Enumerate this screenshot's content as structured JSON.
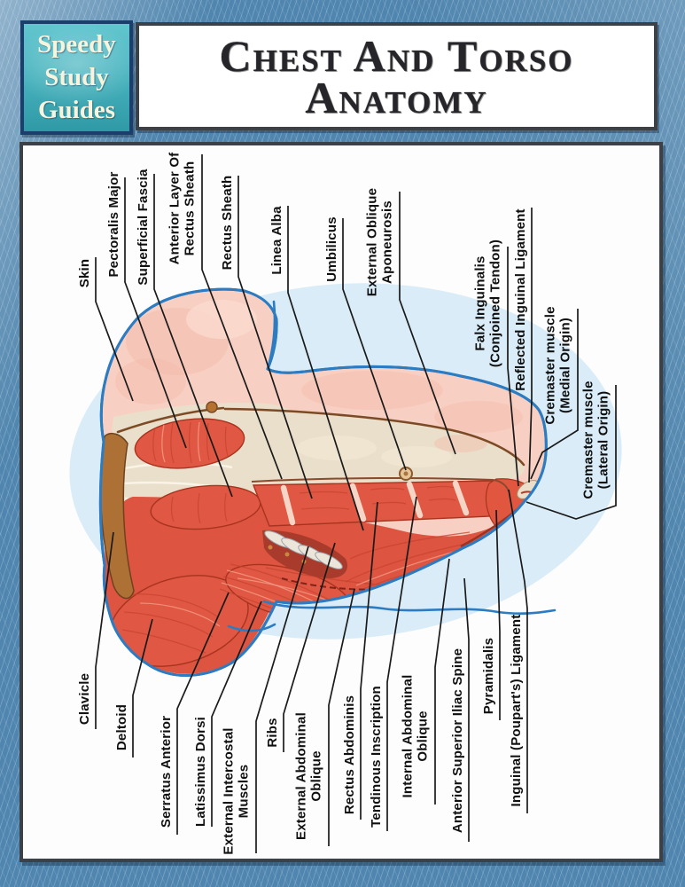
{
  "page": {
    "background_color": "#4f85ae"
  },
  "logo": {
    "lines": [
      "Speedy",
      "Study",
      "Guides"
    ],
    "bg_color": "#49b4bf",
    "border_color": "#1c3e6d",
    "text_color": "#f8f3dc"
  },
  "title": {
    "line1": "Chest And Torso",
    "line2": "Anatomy",
    "text_color": "#26262a"
  },
  "diagram": {
    "colors": {
      "skin": "#f8d0c3",
      "muscle": "#e05843",
      "fascia_cream": "#e9dfca",
      "outline_blue": "#2d7cc2",
      "halo_blue": "#d9ecf8",
      "bone_brown": "#ad7136",
      "leader_line": "#1a1a1a",
      "label_text": "#101010"
    },
    "top_labels": [
      {
        "text": "Skin"
      },
      {
        "text": "Pectoralis Major"
      },
      {
        "text": "Superficial Fascia"
      },
      {
        "text": "Anterior Layer Of\nRectus Sheath"
      },
      {
        "text": "Rectus Sheath"
      },
      {
        "text": "Linea Alba"
      },
      {
        "text": "Umbilicus"
      },
      {
        "text": "External Oblique\nAponeurosis"
      },
      {
        "text": "Falx Inguinalis\n(Conjoined Tendon)"
      },
      {
        "text": "Reflected Inguinal Ligament"
      },
      {
        "text": "Cremaster muscle\n(Medial Origin)"
      },
      {
        "text": "Cremaster muscle\n(Lateral Origin)"
      }
    ],
    "bottom_labels": [
      {
        "text": "Clavicle"
      },
      {
        "text": "Deltoid"
      },
      {
        "text": "Serratus Anterior"
      },
      {
        "text": "Latissimus Dorsi"
      },
      {
        "text": "External Intercostal\nMuscles"
      },
      {
        "text": "Ribs"
      },
      {
        "text": "External Abdominal\nOblique"
      },
      {
        "text": "Rectus Abdominis"
      },
      {
        "text": "Tendinous Inscription"
      },
      {
        "text": "Internal Abdominal\nOblique"
      },
      {
        "text": "Anterior Superior Iliac Spine"
      },
      {
        "text": "Pyramidalis"
      },
      {
        "text": "Inguinal (Poupart's) Ligament"
      }
    ]
  }
}
